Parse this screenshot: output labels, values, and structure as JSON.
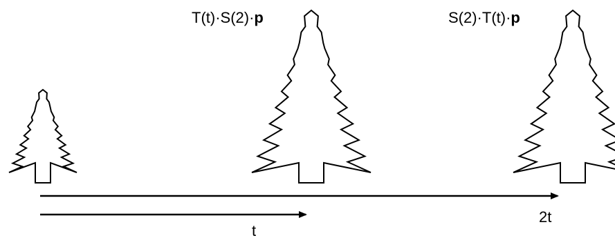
{
  "trees": [
    {
      "label_prefix": "",
      "label_bold": ""
    },
    {
      "label_prefix": "T(t)·S(2)·",
      "label_bold": "p"
    },
    {
      "label_prefix": "S(2)·T(t)·",
      "label_bold": "p"
    }
  ],
  "arrows": [
    {
      "label": "2t"
    },
    {
      "label": "t"
    }
  ],
  "colors": {
    "stroke": "#000000",
    "fill": "#ffffff"
  }
}
